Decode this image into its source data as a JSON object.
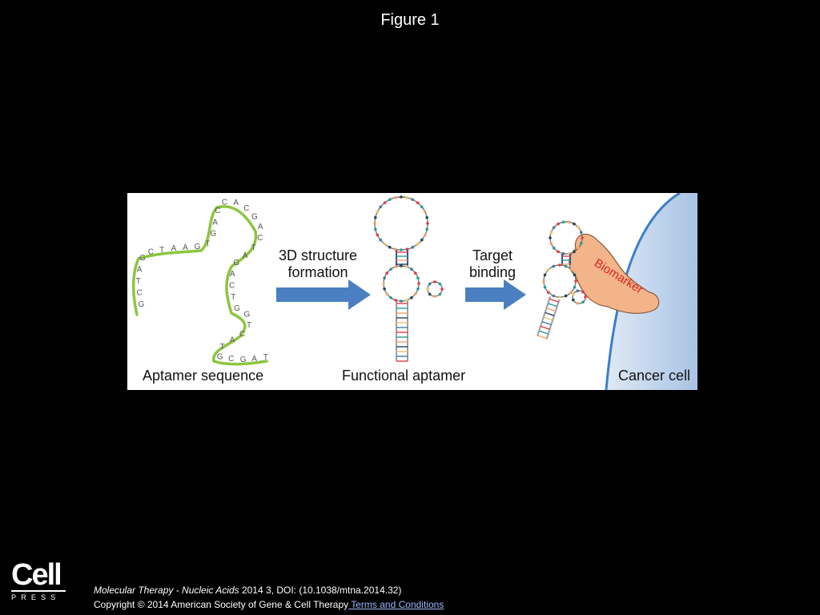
{
  "slide": {
    "title": "Figure 1"
  },
  "figure": {
    "label_aptamer_sequence": "Aptamer sequence",
    "label_step1_line1": "3D structure",
    "label_step1_line2": "formation",
    "label_step2_line1": "Target",
    "label_step2_line2": "binding",
    "label_functional_aptamer": "Functional aptamer",
    "label_biomarker": "Biomarker",
    "label_cancer_cell": "Cancer cell",
    "sequence_letters": [
      "G",
      "C",
      "T",
      "A",
      "G",
      "C",
      "T",
      "A",
      "A",
      "G",
      "T",
      "G",
      "A",
      "C",
      "C",
      "A",
      "C",
      "G",
      "A",
      "C",
      "T",
      "A",
      "G",
      "A",
      "C",
      "T",
      "G",
      "G",
      "T",
      "C",
      "A",
      "T",
      "G",
      "C",
      "G",
      "A",
      "T"
    ],
    "colors": {
      "arrow": "#4a7fc1",
      "biomarker_fill": "#f4b48a",
      "biomarker_text": "#d62828",
      "cell_fill": "#c7d8ee",
      "cell_membrane": "#3a7fc9",
      "strand": "#8cc63f"
    }
  },
  "footer": {
    "logo_word": "Cell",
    "logo_sub": "PRESS",
    "journal": "Molecular Therapy - Nucleic Acids",
    "citation_rest": " 2014 3, DOI: (10.1038/mtna.2014.32)",
    "copyright": "Copyright © 2014 American Society of Gene & Cell Therapy",
    "terms_link": " Terms and Conditions"
  }
}
